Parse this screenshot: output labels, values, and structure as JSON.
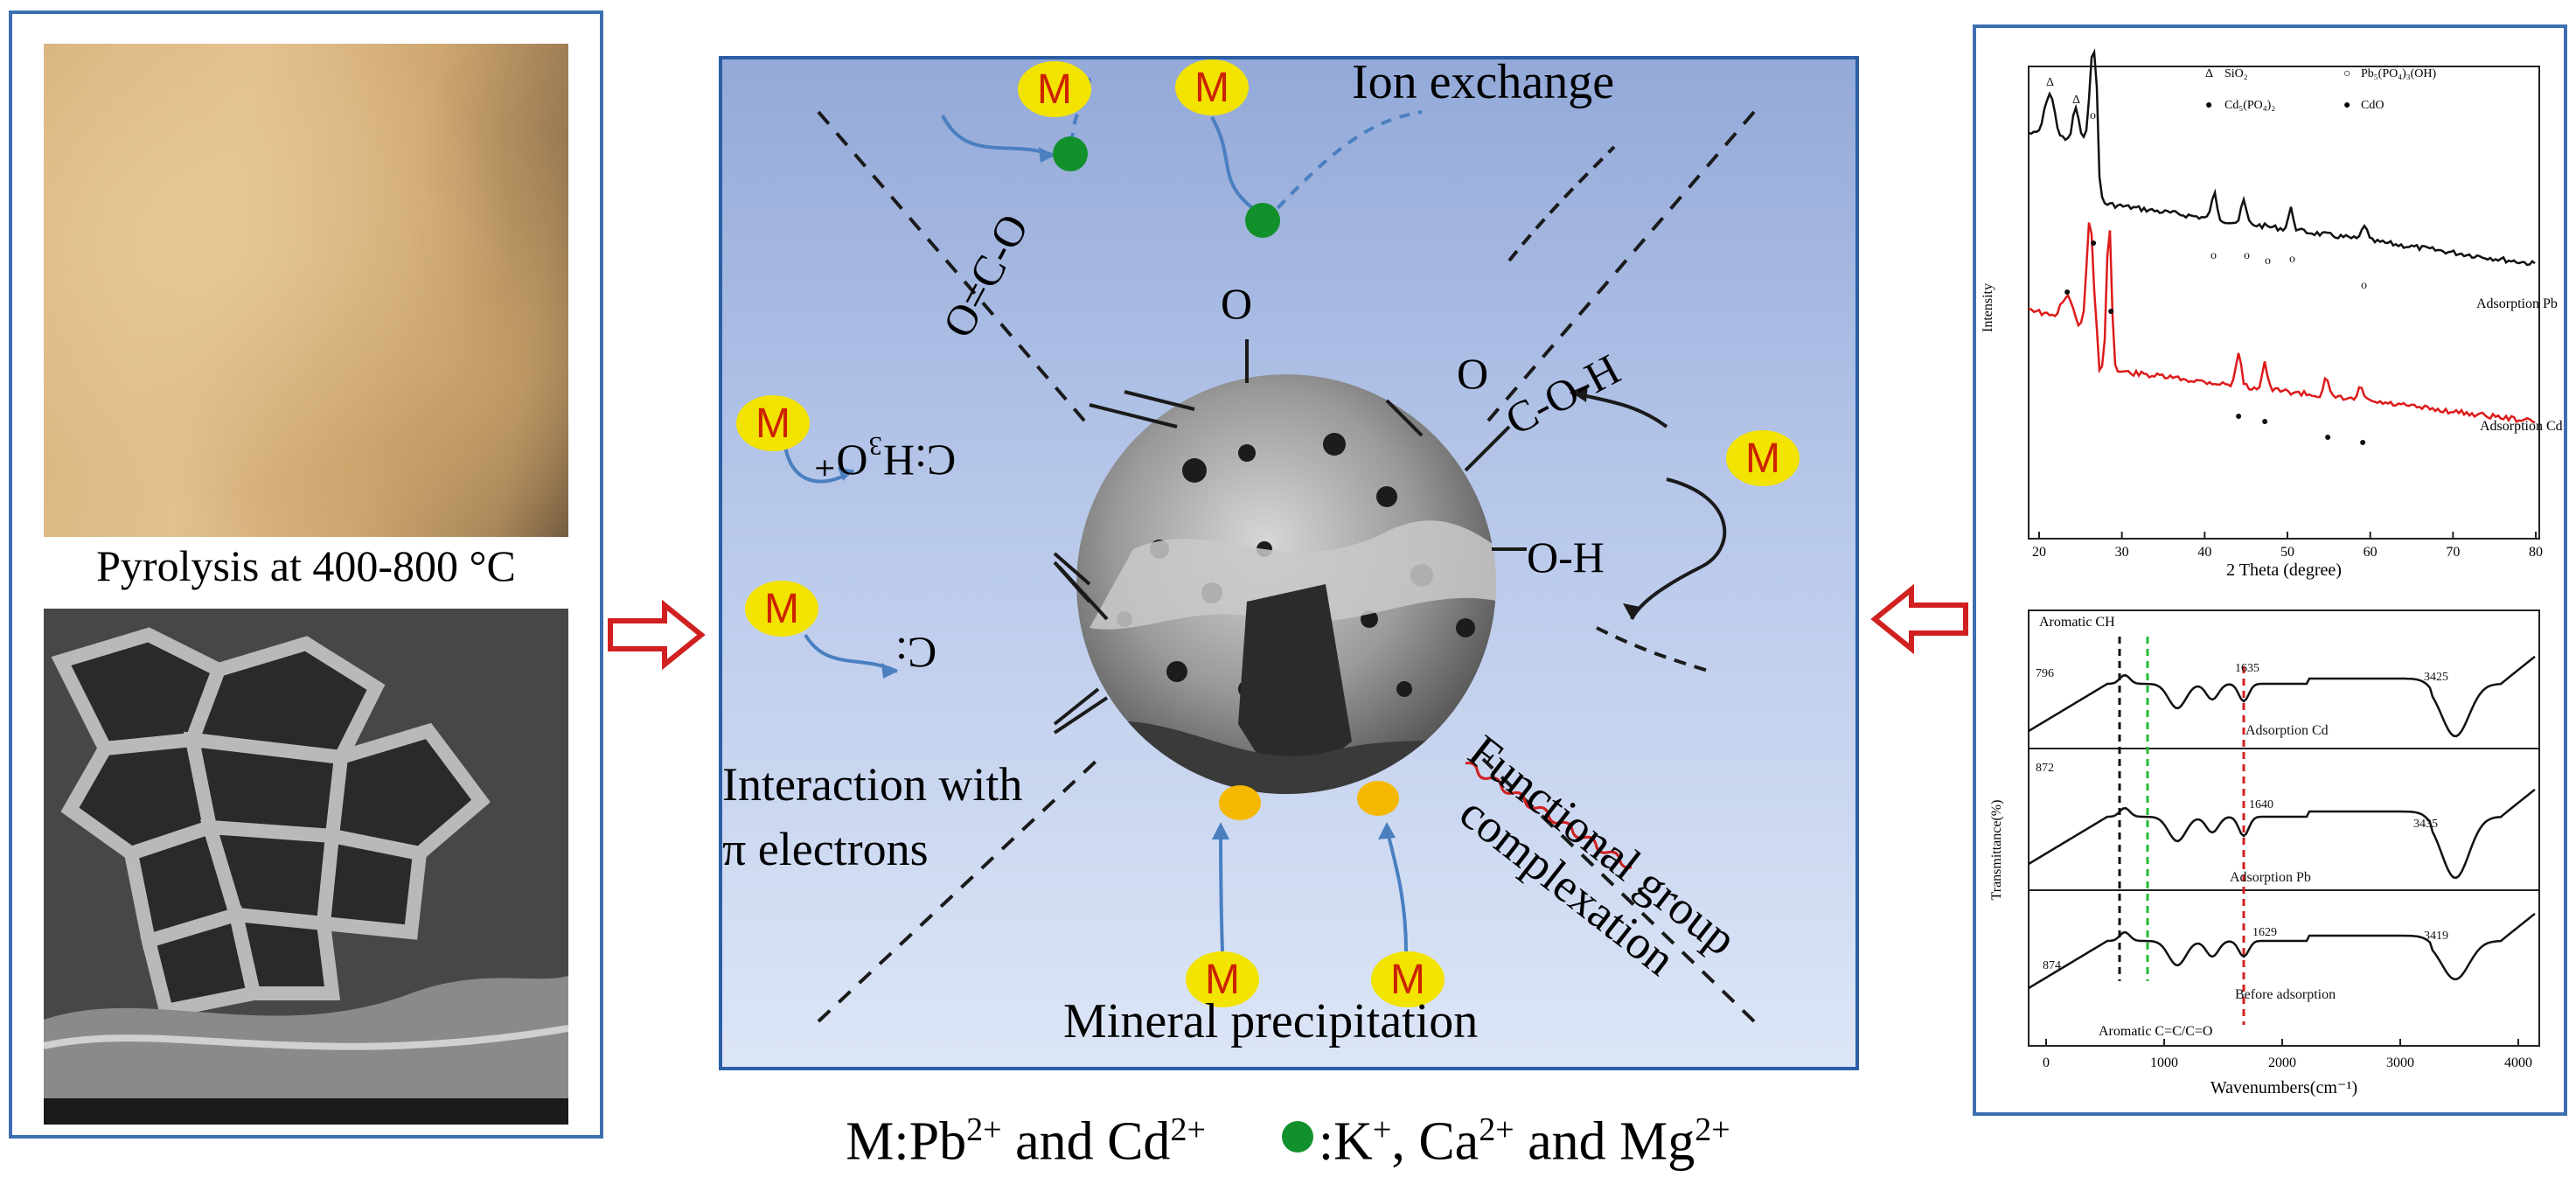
{
  "left": {
    "caption": "Pyrolysis at 400-800 °C"
  },
  "center": {
    "ion_exchange": "Ion exchange",
    "interaction_line1": "Interaction with",
    "interaction_line2": "π electrons",
    "functional_line1": "Functional group",
    "functional_line2": "complexation",
    "mineral": "Mineral precipitation",
    "metal_symbol": "M",
    "groups": {
      "carboxyl_left": "O=C-O",
      "hydroxyl_top": "O",
      "carboxyl_right_o": "O",
      "carboxyl_right": "C-O-H",
      "hydroxyl_right": "O-H",
      "c_h3o": "C:H₃O⁺",
      "c_pi": "C:"
    },
    "colors": {
      "metal_fill": "#f2e300",
      "metal_text": "#cc2200",
      "cation_fill": "#12902c",
      "precip_fill": "#f5b800",
      "arrow": "#4a7fc0"
    }
  },
  "xrd": {
    "legend": {
      "sio2": "SiO₂",
      "pb_phase": "Pb₅(PO₄)₃(OH)",
      "cd_phase": "Cd₅(PO₄)₂",
      "cdo": "CdO"
    },
    "series": [
      {
        "name": "Adsorption Pb",
        "color": "#111111"
      },
      {
        "name": "Adsorption Cd",
        "color": "#dd1a1a"
      }
    ],
    "ylabel": "Intensity",
    "xlabel": "2 Theta (degree)",
    "xticks": [
      "20",
      "30",
      "40",
      "50",
      "60",
      "70",
      "80"
    ]
  },
  "ftir": {
    "ylabel": "Transmittance(%)",
    "xlabel": "Wavenumbers(cm⁻¹)",
    "xticks": [
      "0",
      "1000",
      "2000",
      "3000",
      "4000"
    ],
    "top_annotation": "Aromatic CH",
    "bottom_annotation": "Aromatic C=C/C=O",
    "panels": [
      {
        "name": "Adsorption Cd",
        "left_peak": "796",
        "mid_peak": "1635",
        "right_peak": "3425"
      },
      {
        "name": "Adsorption Pb",
        "left_peak": "872",
        "mid_peak": "1640",
        "right_peak": "3435"
      },
      {
        "name": "Before adsorption",
        "left_peak": "874",
        "mid_peak": "1629",
        "right_peak": "3419"
      }
    ]
  },
  "legend": {
    "m_part": "M:Pb",
    "m_sup": "2+",
    "and1": " and Cd",
    "cd_sup": "2+",
    "cation_part": ":K",
    "k_sup": "+",
    "ca_part": ", Ca",
    "ca_sup": "2+",
    "and2": " and Mg",
    "mg_sup": "2+"
  }
}
